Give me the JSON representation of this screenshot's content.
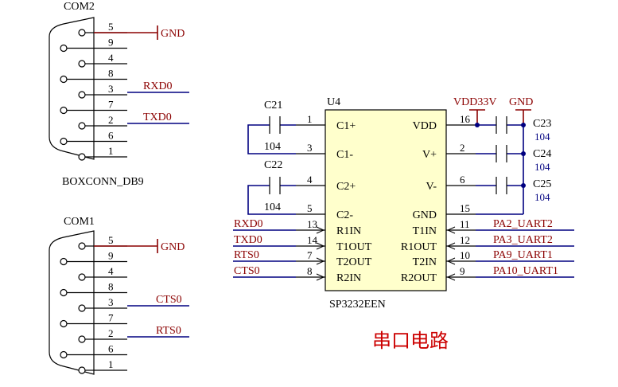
{
  "com2": {
    "ref": "COM2",
    "type": "BOXCONN_DB9",
    "pins": [
      "5",
      "9",
      "4",
      "8",
      "3",
      "7",
      "2",
      "6",
      "1"
    ],
    "gnd": "GND",
    "net_pin3": "RXD0",
    "net_pin2": "TXD0"
  },
  "com1": {
    "ref": "COM1",
    "pins": [
      "5",
      "9",
      "4",
      "8",
      "3",
      "7",
      "2",
      "6",
      "1"
    ],
    "gnd": "GND",
    "net_pin3": "CTS0",
    "net_pin2": "RTS0"
  },
  "u4": {
    "ref": "U4",
    "part": "SP3232EEN",
    "left_pins": [
      {
        "num": "1",
        "name": "C1+"
      },
      {
        "num": "3",
        "name": "C1-"
      },
      {
        "num": "4",
        "name": "C2+"
      },
      {
        "num": "5",
        "name": "C2-"
      },
      {
        "num": "13",
        "name": "R1IN"
      },
      {
        "num": "14",
        "name": "T1OUT"
      },
      {
        "num": "7",
        "name": "T2OUT"
      },
      {
        "num": "8",
        "name": "R2IN"
      }
    ],
    "right_pins": [
      {
        "num": "16",
        "name": "VDD"
      },
      {
        "num": "2",
        "name": "V+"
      },
      {
        "num": "6",
        "name": "V-"
      },
      {
        "num": "15",
        "name": "GND"
      },
      {
        "num": "11",
        "name": "T1IN"
      },
      {
        "num": "12",
        "name": "R1OUT"
      },
      {
        "num": "10",
        "name": "T2IN"
      },
      {
        "num": "9",
        "name": "R2OUT"
      }
    ]
  },
  "left_nets": [
    "RXD0",
    "TXD0",
    "RTS0",
    "CTS0"
  ],
  "right_nets": [
    "PA2_UART2",
    "PA3_UART2",
    "PA9_UART1",
    "PA10_UART1"
  ],
  "caps": [
    {
      "ref": "C21",
      "value": "104"
    },
    {
      "ref": "C22",
      "value": "104"
    },
    {
      "ref": "C23",
      "value": "104"
    },
    {
      "ref": "C24",
      "value": "104"
    },
    {
      "ref": "C25",
      "value": "104"
    }
  ],
  "power": {
    "vdd": "VDD33V",
    "gnd": "GND"
  },
  "title": "串口电路",
  "colors": {
    "wire": "#000080",
    "net_label": "#8b0000",
    "title": "#cc0000",
    "body_fill": "#ffffcc"
  }
}
